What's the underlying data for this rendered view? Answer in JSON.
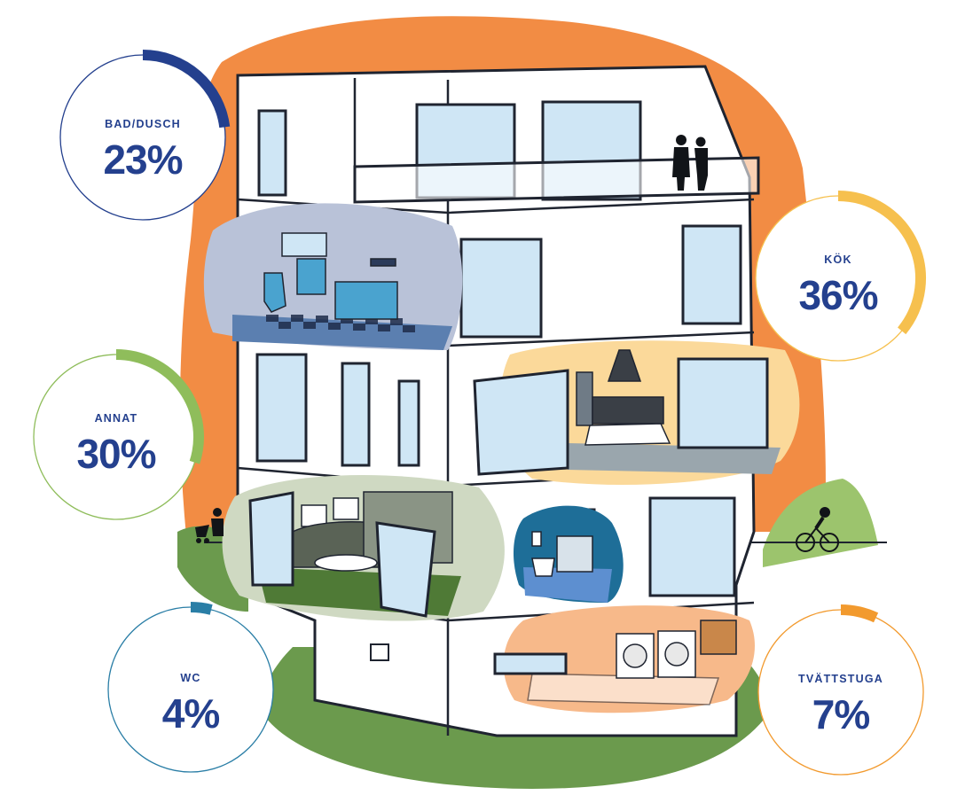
{
  "chart_data": {
    "type": "pie",
    "categories": [
      "BAD/DUSCH",
      "KÖK",
      "ANNAT",
      "WC",
      "TVÄTTSTUGA"
    ],
    "values": [
      23,
      36,
      30,
      4,
      7
    ],
    "labels": [
      "23%",
      "36%",
      "30%",
      "4%",
      "7%"
    ],
    "colors": [
      "#24408e",
      "#f6c04e",
      "#8fbd5b",
      "#2a7ea6",
      "#f29a2e"
    ]
  },
  "colors": {
    "text": "#24408e",
    "blob": "#f28c44",
    "grass": "#6b9a4d",
    "grass_light": "#9cc46d",
    "building": "#ffffff",
    "line": "#1f2430",
    "window": "#cfe6f5",
    "bathroom_zone": "#b9c2d8",
    "kitchen_zone": "#fbd99a",
    "living_zone": "#cfd9c2",
    "wc_zone": "#1e6e98",
    "laundry_zone": "#f7b98a"
  },
  "icons": [
    "building-illustration",
    "person-silhouette-icon",
    "cyclist-icon",
    "stroller-walker-icon"
  ]
}
